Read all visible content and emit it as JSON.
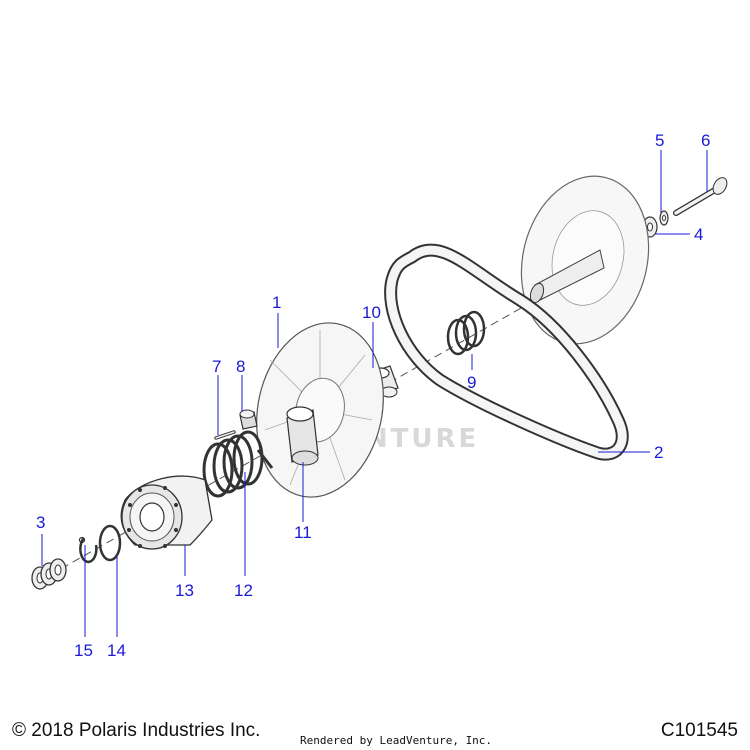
{
  "callouts": {
    "p1": "1",
    "p2": "2",
    "p3": "3",
    "p4": "4",
    "p5": "5",
    "p6": "6",
    "p7": "7",
    "p8": "8",
    "p9": "9",
    "p10": "10",
    "p11": "11",
    "p12": "12",
    "p13": "13",
    "p14": "14",
    "p15": "15"
  },
  "footer": {
    "copyright": "© 2018 Polaris Industries Inc.",
    "rendered_by": "Rendered by LeadVenture, Inc.",
    "drawing_id": "C101545"
  },
  "watermark": "VENTURE",
  "colors": {
    "callout": "#1a1ad6",
    "part_stroke": "#333333",
    "part_fill": "#f7f7f7"
  }
}
